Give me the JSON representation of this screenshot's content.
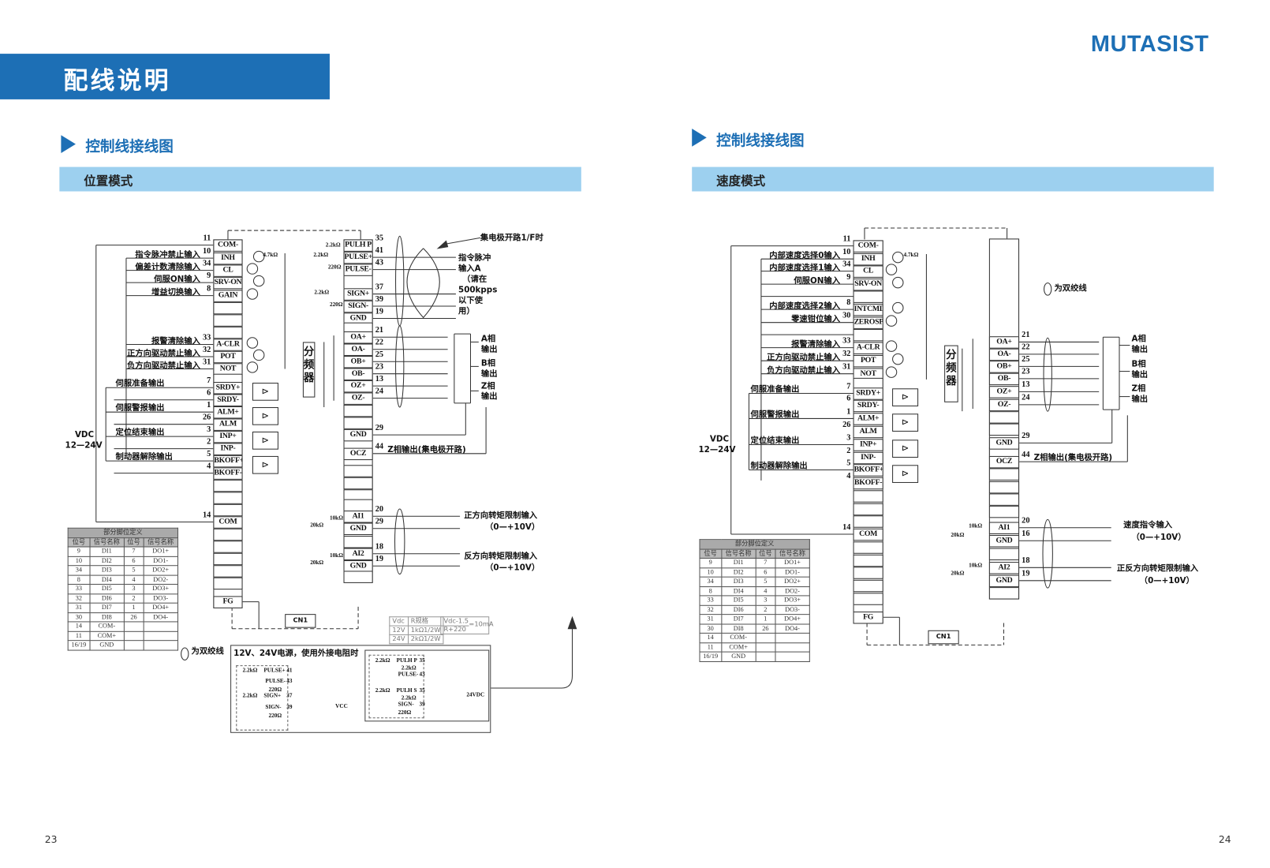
{
  "header": {
    "title": "配线说明",
    "brand": "MUTASIST"
  },
  "pages": [
    {
      "page_number": "23",
      "section_title": "控制线接线图",
      "mode_label": "位置模式",
      "connector_a": [
        {
          "signal": "COM-",
          "pin": "11"
        },
        {
          "signal": "INH",
          "pin": "10",
          "desc": "指令脉冲禁止输入",
          "type": "input"
        },
        {
          "signal": "CL",
          "pin": "34",
          "desc": "偏差计数清除输入",
          "type": "input"
        },
        {
          "signal": "SRV-ON",
          "pin": "9",
          "desc": "伺服ON输入",
          "type": "input"
        },
        {
          "signal": "GAIN",
          "pin": "8",
          "desc": "增益切换输入",
          "type": "input"
        },
        {
          "signal": ""
        },
        {
          "signal": ""
        },
        {
          "signal": ""
        },
        {
          "signal": "A-CLR",
          "pin": "33",
          "desc": "报警清除输入",
          "type": "input"
        },
        {
          "signal": "POT",
          "pin": "32",
          "desc": "正方向驱动禁止输入",
          "type": "input"
        },
        {
          "signal": "NOT",
          "pin": "31",
          "desc": "负方向驱动禁止输入",
          "type": "input"
        },
        {
          "signal": ""
        },
        {
          "signal": "SRDY+",
          "pin": "7",
          "desc": "伺服准备输出",
          "type": "output"
        },
        {
          "signal": "SRDY-",
          "pin": "6"
        },
        {
          "signal": "ALM+",
          "pin": "1",
          "desc": "伺服警报输出",
          "type": "output"
        },
        {
          "signal": "ALM",
          "pin": "26"
        },
        {
          "signal": "INP+",
          "pin": "3",
          "desc": "定位结束输出",
          "type": "output"
        },
        {
          "signal": "INP-",
          "pin": "2"
        },
        {
          "signal": "BKOFF+",
          "pin": "5",
          "desc": "制动器解除输出",
          "type": "output"
        },
        {
          "signal": "BKOFF-",
          "pin": "4"
        },
        {
          "signal": ""
        },
        {
          "signal": ""
        },
        {
          "signal": ""
        },
        {
          "signal": "COM",
          "pin": "14"
        },
        {
          "signal": ""
        },
        {
          "signal": ""
        },
        {
          "signal": ""
        },
        {
          "signal": ""
        },
        {
          "signal": ""
        },
        {
          "signal": "FG"
        }
      ],
      "connector_b": [
        {
          "signal": "PULH P",
          "pin": "35"
        },
        {
          "signal": "PULSE+",
          "pin": "41"
        },
        {
          "signal": "PULSE-",
          "pin": "43"
        },
        {
          "signal": "SIGN+",
          "pin": "37"
        },
        {
          "signal": "SIGN-",
          "pin": "39"
        },
        {
          "signal": "GND",
          "pin": "19"
        },
        {
          "signal": ""
        },
        {
          "signal": "OA+",
          "pin": "21"
        },
        {
          "signal": "OA-",
          "pin": "22"
        },
        {
          "signal": "OB+",
          "pin": "25"
        },
        {
          "signal": "OB-",
          "pin": "23"
        },
        {
          "signal": "OZ+",
          "pin": "13"
        },
        {
          "signal": "OZ-",
          "pin": "24"
        },
        {
          "signal": ""
        },
        {
          "signal": ""
        },
        {
          "signal": "GND",
          "pin": "29"
        },
        {
          "signal": "OCZ",
          "pin": "44",
          "desc": "Z相输出(集电极开路)"
        },
        {
          "signal": ""
        },
        {
          "signal": ""
        },
        {
          "signal": ""
        },
        {
          "signal": ""
        },
        {
          "signal": "AI1",
          "pin": "20"
        },
        {
          "signal": "GND",
          "pin": "29"
        },
        {
          "signal": ""
        },
        {
          "signal": "AI2",
          "pin": "18"
        },
        {
          "signal": "GND",
          "pin": "19"
        },
        {
          "signal": ""
        }
      ],
      "annotations": [
        "集电极开路1/F时",
        "指令脉冲",
        "输入A",
        "（请在",
        "500kpps",
        "以下使",
        "用）",
        "A相",
        "输出",
        "B相",
        "输出",
        "Z相",
        "输出",
        "VDC",
        "12—24V",
        "正方向转矩限制输入",
        "（0—+10V）",
        "反方向转矩限制输入",
        "（0—+10V）",
        "为双绞线",
        "4.7kΩ",
        "2.2kΩ",
        "2.2kΩ",
        "220Ω",
        "2.2kΩ",
        "220Ω",
        "20kΩ",
        "10kΩ",
        "20kΩ",
        "10kΩ"
      ],
      "divider_label": "分频器",
      "cn_label": "CN1",
      "pin_table": {
        "title": "部分脚位定义",
        "headers": [
          "位号",
          "信号名称",
          "位号",
          "信号名称"
        ],
        "rows": [
          [
            "9",
            "DI1",
            "7",
            "DO1+"
          ],
          [
            "10",
            "DI2",
            "6",
            "DO1-"
          ],
          [
            "34",
            "DI3",
            "5",
            "DO2+"
          ],
          [
            "8",
            "DI4",
            "4",
            "DO2-"
          ],
          [
            "33",
            "DI5",
            "3",
            "DO3+"
          ],
          [
            "32",
            "DI6",
            "2",
            "DO3-"
          ],
          [
            "31",
            "DI7",
            "1",
            "DO4+"
          ],
          [
            "30",
            "DI8",
            "26",
            "DO4-"
          ],
          [
            "14",
            "COM-",
            "",
            ""
          ],
          [
            "11",
            "COM+",
            "",
            ""
          ],
          [
            "16/19",
            "GND",
            "",
            ""
          ]
        ]
      },
      "resistor_table": {
        "rows": [
          [
            "Vdc",
            "R规格"
          ],
          [
            "12V",
            "1kΩ1/2W"
          ],
          [
            "24V",
            "2kΩ1/2W"
          ]
        ],
        "formula_top": "Vdc-1.5",
        "formula_bottom": "R+220",
        "formula_result": "=10mA"
      },
      "inset": {
        "title": "12V、24V电源，使用外接电阻时",
        "left_labels": [
          "2.2kΩ",
          "PULSE+",
          "41",
          "PULSE-",
          "43",
          "220Ω",
          "2.2kΩ",
          "SIGN+",
          "37",
          "SIGN-",
          "39",
          "220Ω",
          "VCC"
        ],
        "right_labels": [
          "2.2kΩ",
          "PULH P",
          "35",
          "2.2kΩ",
          "PULSE-",
          "43",
          "2.2kΩ",
          "PULH S",
          "35",
          "2.2kΩ",
          "SIGN-",
          "39",
          "220Ω",
          "24VDC"
        ]
      }
    },
    {
      "page_number": "24",
      "section_title": "控制线接线图",
      "mode_label": "速度模式",
      "connector_a": [
        {
          "signal": "COM-",
          "pin": "11"
        },
        {
          "signal": "INH",
          "pin": "10",
          "desc": "内部速度选择0输入",
          "type": "input"
        },
        {
          "signal": "CL",
          "pin": "34",
          "desc": "内部速度选择1输入",
          "type": "input"
        },
        {
          "signal": "SRV-ON",
          "pin": "9",
          "desc": "伺服ON输入",
          "type": "input"
        },
        {
          "signal": ""
        },
        {
          "signal": "INTCMD",
          "pin": "8",
          "desc": "内部速度选择2输入",
          "type": "input"
        },
        {
          "signal": "ZEROSPD",
          "pin": "30",
          "desc": "零速钳位输入",
          "type": "input"
        },
        {
          "signal": ""
        },
        {
          "signal": "A-CLR",
          "pin": "33",
          "desc": "报警清除输入",
          "type": "input"
        },
        {
          "signal": "POT",
          "pin": "32",
          "desc": "正方向驱动禁止输入",
          "type": "input"
        },
        {
          "signal": "NOT",
          "pin": "31",
          "desc": "负方向驱动禁止输入",
          "type": "input"
        },
        {
          "signal": ""
        },
        {
          "signal": "SRDY+",
          "pin": "7",
          "desc": "伺服准备输出",
          "type": "output"
        },
        {
          "signal": "SRDY-",
          "pin": "6"
        },
        {
          "signal": "ALM+",
          "pin": "1",
          "desc": "伺服警报输出",
          "type": "output"
        },
        {
          "signal": "ALM",
          "pin": "26"
        },
        {
          "signal": "INP+",
          "pin": "3",
          "desc": "定位结束输出",
          "type": "output"
        },
        {
          "signal": "INP-",
          "pin": "2"
        },
        {
          "signal": "BKOFF+",
          "pin": "5",
          "desc": "制动器解除输出",
          "type": "output"
        },
        {
          "signal": "BKOFF-",
          "pin": "4"
        },
        {
          "signal": ""
        },
        {
          "signal": ""
        },
        {
          "signal": ""
        },
        {
          "signal": "COM",
          "pin": "14"
        },
        {
          "signal": ""
        },
        {
          "signal": ""
        },
        {
          "signal": ""
        },
        {
          "signal": ""
        },
        {
          "signal": ""
        },
        {
          "signal": "FG"
        }
      ],
      "connector_b": [
        {
          "signal": "OA+",
          "pin": "21"
        },
        {
          "signal": "OA-",
          "pin": "22"
        },
        {
          "signal": "OB+",
          "pin": "25"
        },
        {
          "signal": "OB-",
          "pin": "23"
        },
        {
          "signal": "OZ+",
          "pin": "13"
        },
        {
          "signal": "OZ-",
          "pin": "24"
        },
        {
          "signal": "GND",
          "pin": "29"
        },
        {
          "signal": "OCZ",
          "pin": "44",
          "desc": "Z相输出(集电极开路)"
        },
        {
          "signal": "AI1",
          "pin": "20"
        },
        {
          "signal": "GND",
          "pin": "16"
        },
        {
          "signal": "AI2",
          "pin": "18"
        },
        {
          "signal": "GND",
          "pin": "19"
        }
      ],
      "annotations": [
        "为双绞线",
        "A相",
        "输出",
        "B相",
        "输出",
        "Z相",
        "输出",
        "VDC",
        "12—24V",
        "速度指令输入",
        "（0—+10V）",
        "正反方向转矩限制输入",
        "（0—+10V）",
        "4.7kΩ",
        "20kΩ",
        "10kΩ",
        "20kΩ",
        "10kΩ"
      ],
      "divider_label": "分频器",
      "cn_label": "CN1",
      "pin_table": {
        "title": "部分脚位定义",
        "headers": [
          "位号",
          "信号名称",
          "位号",
          "信号名称"
        ],
        "rows": [
          [
            "9",
            "DI1",
            "7",
            "DO1+"
          ],
          [
            "10",
            "DI2",
            "6",
            "DO1-"
          ],
          [
            "34",
            "DI3",
            "5",
            "DO2+"
          ],
          [
            "8",
            "DI4",
            "4",
            "DO2-"
          ],
          [
            "33",
            "DI5",
            "3",
            "DO3+"
          ],
          [
            "32",
            "DI6",
            "2",
            "DO3-"
          ],
          [
            "31",
            "DI7",
            "1",
            "DO4+"
          ],
          [
            "30",
            "DI8",
            "26",
            "DO4-"
          ],
          [
            "14",
            "COM-",
            "",
            ""
          ],
          [
            "11",
            "COM+",
            "",
            ""
          ],
          [
            "16/19",
            "GND",
            "",
            ""
          ]
        ]
      }
    }
  ]
}
